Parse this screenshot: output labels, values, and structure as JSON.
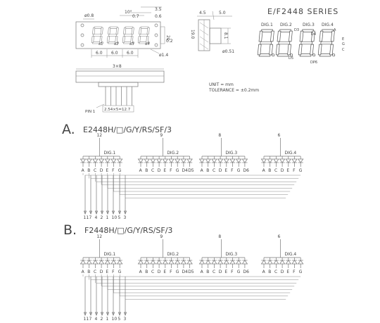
{
  "series_title": "E/F2448 SERIES",
  "front_view": {
    "dims": [
      "ø0.8",
      "3.5",
      "10°",
      "0.6",
      "0.7",
      "20",
      "0.2",
      "ø1.4"
    ],
    "pitch_dims": [
      "6.0",
      "6.0",
      "6.0"
    ],
    "seg_labels": [
      "a1",
      "a2",
      "a3",
      "a4"
    ]
  },
  "side_view": {
    "dims": [
      "4.5",
      "5.0",
      "8.1",
      "ø0.51",
      "19.0"
    ]
  },
  "digit_legend": {
    "digits": [
      "DIG.1",
      "DIG.2",
      "DIG.3",
      "DIG.4"
    ],
    "seg_labels": [
      "D3",
      "D4",
      "DP6",
      "D5",
      "A",
      "E",
      "C",
      "G"
    ]
  },
  "bottom_view": {
    "width_dim": "3×8",
    "pin1_label": "PIN 1",
    "pin_spacing": "2.54×5=12.7"
  },
  "notes": {
    "unit": "UNIT = mm",
    "tolerance": "TOLERANCE = ±0.2mm"
  },
  "circuits": [
    {
      "letter": "A.",
      "part": "E2448H/□/G/Y/RS/SF/3",
      "digits": [
        {
          "label": "DIG.1",
          "pin": "12",
          "segments": [
            "A",
            "B",
            "C",
            "D",
            "E",
            "F",
            "G"
          ]
        },
        {
          "label": "DIG.2",
          "pin": "9",
          "segments": [
            "A",
            "B",
            "C",
            "D",
            "E",
            "F",
            "G",
            "D4",
            "D5"
          ]
        },
        {
          "label": "DIG.3",
          "pin": "8",
          "segments": [
            "A",
            "B",
            "C",
            "D",
            "E",
            "F",
            "G",
            "D6"
          ]
        },
        {
          "label": "DIG.4",
          "pin": "6",
          "segments": [
            "A",
            "B",
            "C",
            "D",
            "E",
            "F",
            "G"
          ]
        }
      ],
      "bottom_pins": [
        "11",
        "7",
        "4",
        "2",
        "1",
        "10",
        "5",
        "3"
      ]
    },
    {
      "letter": "B.",
      "part": "F2448H/□/G/Y/RS/SF/3",
      "digits": [
        {
          "label": "DIG.1",
          "pin": "12",
          "segments": [
            "A",
            "B",
            "C",
            "D",
            "E",
            "F",
            "G"
          ]
        },
        {
          "label": "DIG.2",
          "pin": "9",
          "segments": [
            "A",
            "B",
            "C",
            "D",
            "E",
            "F",
            "G",
            "D4",
            "D5"
          ]
        },
        {
          "label": "DIG.3",
          "pin": "8",
          "segments": [
            "A",
            "B",
            "C",
            "D",
            "E",
            "F",
            "G",
            "D6"
          ]
        },
        {
          "label": "DIG.4",
          "pin": "6",
          "segments": [
            "A",
            "B",
            "C",
            "D",
            "E",
            "F",
            "G"
          ]
        }
      ],
      "bottom_pins": [
        "11",
        "7",
        "4",
        "2",
        "1",
        "10",
        "5",
        "3"
      ]
    }
  ]
}
